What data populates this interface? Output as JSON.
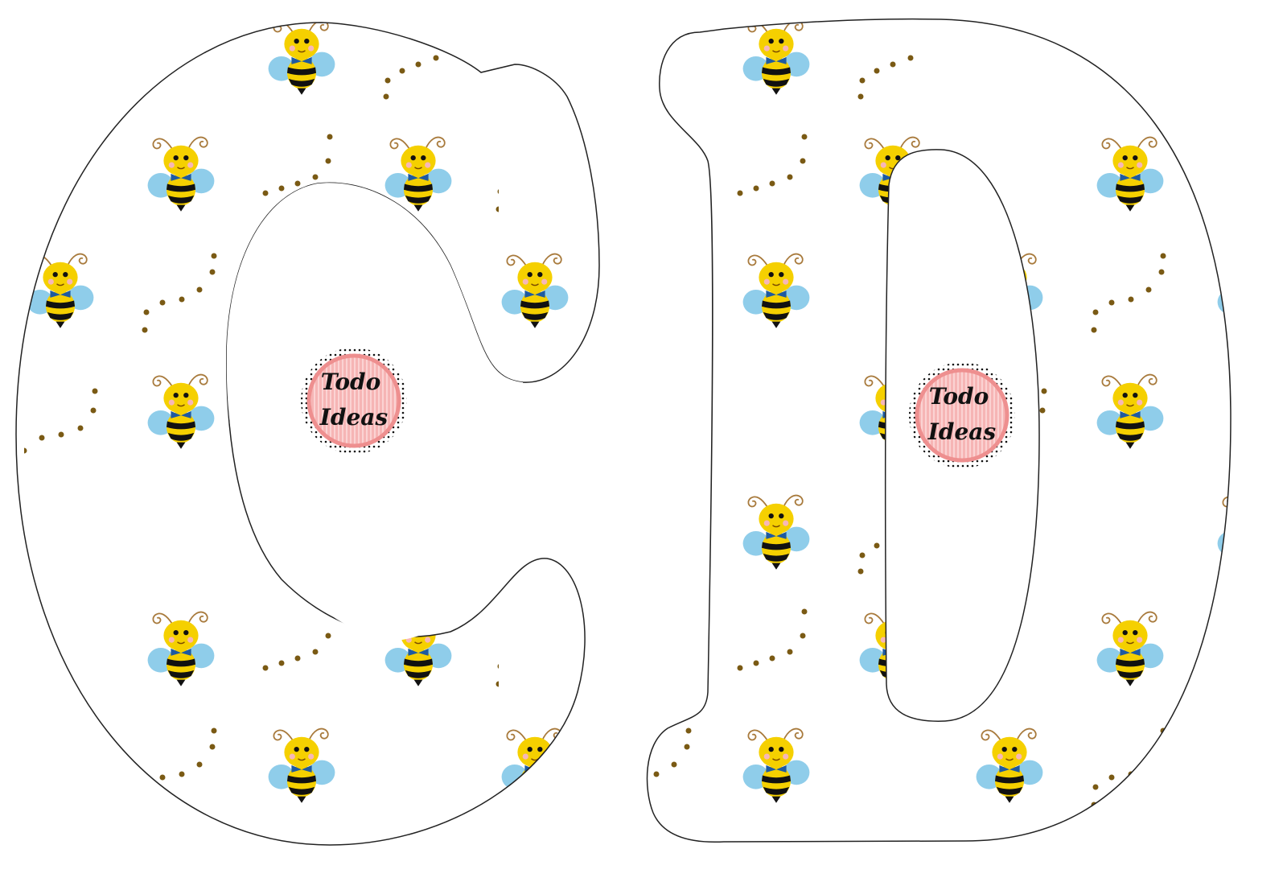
{
  "letters": [
    {
      "id": "C",
      "glyph": "C"
    },
    {
      "id": "D",
      "glyph": "D"
    }
  ],
  "badges": [
    {
      "line1": "Todo",
      "line2": "Ideas"
    },
    {
      "line1": "Todo",
      "line2": "Ideas"
    }
  ],
  "pattern": {
    "motif": "bee-icon",
    "colors": {
      "bee_body": "#f5d000",
      "bee_stripe": "#111111",
      "bee_wing": "#8fcdea",
      "bow": "#1e5aa0",
      "antenna": "#a87a3c",
      "dots": "#7a5a14",
      "outline": "#222222",
      "badge_pink": "#f2a6a6",
      "badge_ring": "#ee8f8f"
    }
  }
}
